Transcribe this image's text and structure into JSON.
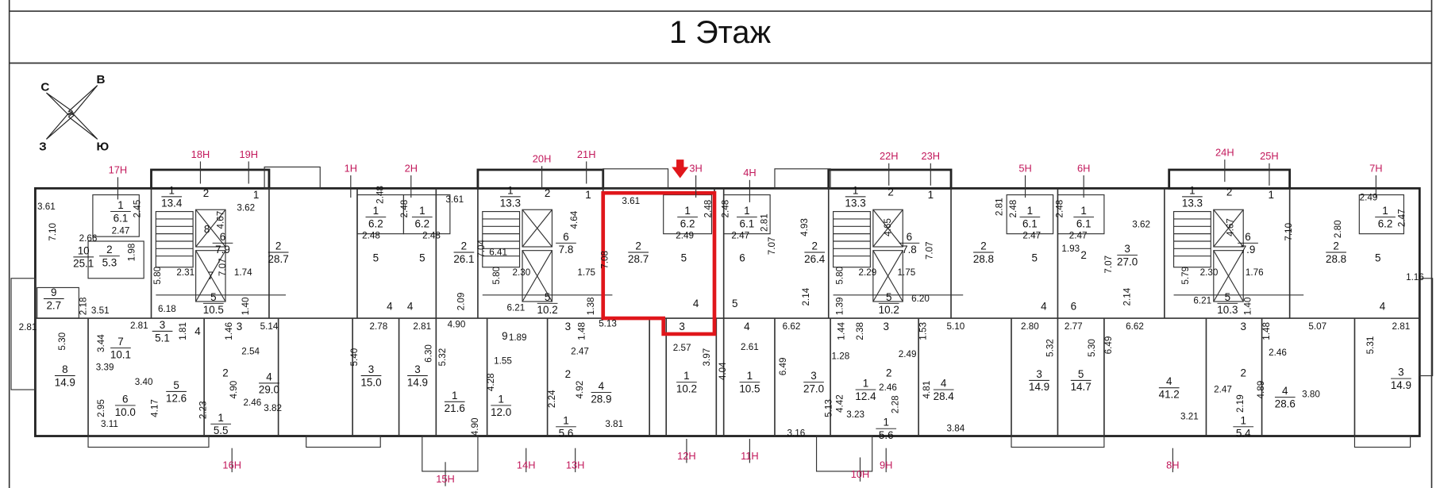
{
  "title": "1 Этаж",
  "compass": {
    "north": "С",
    "east": "В",
    "west": "З",
    "south": "Ю"
  },
  "highlight_color": "#e0161b",
  "unit_color": "#c2185b",
  "units": [
    "17Н",
    "18Н",
    "19Н",
    "1Н",
    "2Н",
    "20Н",
    "21Н",
    "3Н",
    "4Н",
    "22Н",
    "23Н",
    "5Н",
    "6Н",
    "24Н",
    "25Н",
    "7Н",
    "16Н",
    "15Н",
    "14Н",
    "13Н",
    "12Н",
    "11Н",
    "10Н",
    "9Н",
    "8Н"
  ],
  "rooms": [
    {
      "n": "10",
      "a": "25.1"
    },
    {
      "n": "1",
      "a": "6.1"
    },
    {
      "n": "2",
      "a": "5.3"
    },
    {
      "n": "9",
      "a": "2.7"
    },
    {
      "n": "1",
      "a": "13.4"
    },
    {
      "n": "2",
      "a": ""
    },
    {
      "n": "1",
      "a": ""
    },
    {
      "n": "6",
      "a": "7.9"
    },
    {
      "n": "5",
      "a": "10.5"
    },
    {
      "n": "8",
      "a": ""
    },
    {
      "n": "7",
      "a": ""
    },
    {
      "n": "2",
      "a": "28.7"
    },
    {
      "n": "1",
      "a": "6.2"
    },
    {
      "n": "5",
      "a": ""
    },
    {
      "n": "4",
      "a": ""
    },
    {
      "n": "1",
      "a": "6.2"
    },
    {
      "n": "5",
      "a": ""
    },
    {
      "n": "4",
      "a": ""
    },
    {
      "n": "2",
      "a": "26.1"
    },
    {
      "n": "1",
      "a": "13.3"
    },
    {
      "n": "2",
      "a": ""
    },
    {
      "n": "1",
      "a": ""
    },
    {
      "n": "6",
      "a": "7.8"
    },
    {
      "n": "5",
      "a": "10.2"
    },
    {
      "n": "2",
      "a": "28.7"
    },
    {
      "n": "1",
      "a": "6.2"
    },
    {
      "n": "5",
      "a": ""
    },
    {
      "n": "4",
      "a": ""
    },
    {
      "n": "3",
      "a": ""
    },
    {
      "n": "1",
      "a": "6.1"
    },
    {
      "n": "6",
      "a": ""
    },
    {
      "n": "5",
      "a": ""
    },
    {
      "n": "2",
      "a": "26.4"
    },
    {
      "n": "4",
      "a": ""
    },
    {
      "n": "1",
      "a": "13.3"
    },
    {
      "n": "2",
      "a": ""
    },
    {
      "n": "1",
      "a": ""
    },
    {
      "n": "6",
      "a": "7.8"
    },
    {
      "n": "5",
      "a": "10.2"
    },
    {
      "n": "2",
      "a": "28.8"
    },
    {
      "n": "1",
      "a": "6.1"
    },
    {
      "n": "5",
      "a": ""
    },
    {
      "n": "4",
      "a": ""
    },
    {
      "n": "1",
      "a": "6.1"
    },
    {
      "n": "2",
      "a": ""
    },
    {
      "n": "6",
      "a": ""
    },
    {
      "n": "3",
      "a": "27.0"
    },
    {
      "n": "1",
      "a": "13.3"
    },
    {
      "n": "2",
      "a": ""
    },
    {
      "n": "1",
      "a": ""
    },
    {
      "n": "6",
      "a": "7.9"
    },
    {
      "n": "5",
      "a": "10.3"
    },
    {
      "n": "2",
      "a": "28.8"
    },
    {
      "n": "1",
      "a": "6.2"
    },
    {
      "n": "5",
      "a": ""
    },
    {
      "n": "4",
      "a": ""
    },
    {
      "n": "8",
      "a": "14.9"
    },
    {
      "n": "7",
      "a": "10.1"
    },
    {
      "n": "3",
      "a": "5.1"
    },
    {
      "n": "4",
      "a": ""
    },
    {
      "n": "6",
      "a": "10.0"
    },
    {
      "n": "5",
      "a": "12.6"
    },
    {
      "n": "3",
      "a": ""
    },
    {
      "n": "2",
      "a": ""
    },
    {
      "n": "1",
      "a": "5.5"
    },
    {
      "n": "4",
      "a": "29.0"
    },
    {
      "n": "3",
      "a": "15.0"
    },
    {
      "n": "3",
      "a": "14.9"
    },
    {
      "n": "1",
      "a": "21.6"
    },
    {
      "n": "9",
      "a": ""
    },
    {
      "n": "1",
      "a": "12.0"
    },
    {
      "n": "3",
      "a": ""
    },
    {
      "n": "2",
      "a": ""
    },
    {
      "n": "1",
      "a": "5.6"
    },
    {
      "n": "4",
      "a": "28.9"
    },
    {
      "n": "1",
      "a": "10.2"
    },
    {
      "n": "1",
      "a": "10.5"
    },
    {
      "n": "3",
      "a": "27.0"
    },
    {
      "n": "1",
      "a": "12.4"
    },
    {
      "n": "3",
      "a": ""
    },
    {
      "n": "2",
      "a": ""
    },
    {
      "n": "1",
      "a": "5.6"
    },
    {
      "n": "4",
      "a": "28.4"
    },
    {
      "n": "3",
      "a": "14.9"
    },
    {
      "n": "5",
      "a": "14.7"
    },
    {
      "n": "4",
      "a": "41.2"
    },
    {
      "n": "3",
      "a": ""
    },
    {
      "n": "2",
      "a": ""
    },
    {
      "n": "1",
      "a": "5.4"
    },
    {
      "n": "4",
      "a": "28.6"
    },
    {
      "n": "3",
      "a": "14.9"
    }
  ],
  "dims": [
    "3.61",
    "7.10",
    "2.47",
    "2.45",
    "2.66",
    "1.98",
    "5.80",
    "2.31",
    "4.67",
    "1.74",
    "6.18",
    "1.40",
    "2.18",
    "3.51",
    "3.62",
    "7.07",
    "2.48",
    "2.48",
    "2.48",
    "2.48",
    "3.61",
    "7.04",
    "6.41",
    "2.09",
    "5.80",
    "2.30",
    "4.64",
    "1.75",
    "6.21",
    "1.38",
    "3.61",
    "7.08",
    "2.49",
    "2.48",
    "2.48",
    "2.47",
    "2.81",
    "7.07",
    "4.93",
    "2.14",
    "5.80",
    "2.29",
    "4.65",
    "1.75",
    "1.39",
    "6.20",
    "7.07",
    "2.81",
    "2.48",
    "2.47",
    "2.48",
    "2.47",
    "1.93",
    "3.62",
    "7.07",
    "2.14",
    "5.79",
    "2.30",
    "4.67",
    "1.76",
    "6.21",
    "1.40",
    "7.10",
    "2.80",
    "2.49",
    "2.47",
    "1.16",
    "2.81",
    "5.30",
    "3.44",
    "2.81",
    "1.81",
    "3.39",
    "3.40",
    "2.95",
    "4.17",
    "3.11",
    "1.46",
    "5.14",
    "2.54",
    "4.90",
    "2.46",
    "2.23",
    "3.82",
    "2.78",
    "5.40",
    "2.81",
    "5.32",
    "4.90",
    "6.30",
    "4.90",
    "1.89",
    "1.55",
    "4.28",
    "5.13",
    "1.48",
    "2.47",
    "4.92",
    "2.24",
    "3.81",
    "2.57",
    "3.97",
    "4.04",
    "2.61",
    "6.62",
    "6.49",
    "1.44",
    "2.38",
    "1.28",
    "4.42",
    "5.13",
    "3.16",
    "3.23",
    "1.53",
    "5.10",
    "2.49",
    "4.81",
    "2.46",
    "2.28",
    "3.84",
    "2.80",
    "5.32",
    "2.77",
    "5.30",
    "6.62",
    "6.49",
    "3.21",
    "1.48",
    "5.07",
    "2.46",
    "4.89",
    "2.47",
    "2.19",
    "3.80",
    "2.81",
    "5.31"
  ]
}
